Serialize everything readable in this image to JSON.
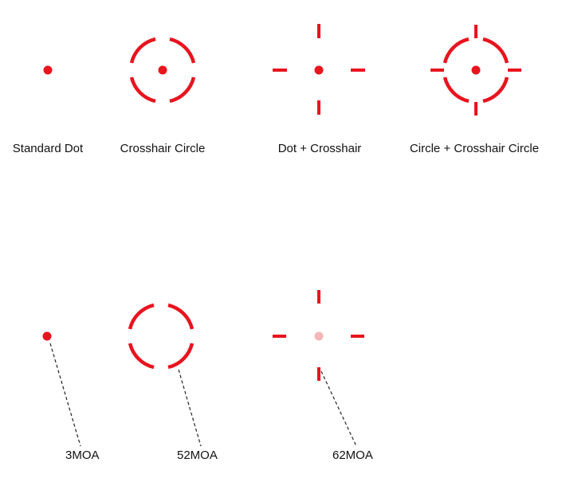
{
  "colors": {
    "reticle": "#e8141e",
    "dot_faded": "#f4b6b8",
    "leader": "#222222",
    "background": "#ffffff"
  },
  "reticles": [
    {
      "type": "dot",
      "label": "Standard Dot"
    },
    {
      "type": "circle-dot",
      "label": "Crosshair Circle"
    },
    {
      "type": "cross-dot",
      "label": "Dot + Crosshair"
    },
    {
      "type": "circle-cross-dot",
      "label": "Circle + Crosshair Circle"
    }
  ],
  "components": [
    {
      "type": "dot",
      "label": "3MOA"
    },
    {
      "type": "circle",
      "label": "52MOA"
    },
    {
      "type": "cross",
      "label": "62MOA"
    }
  ]
}
